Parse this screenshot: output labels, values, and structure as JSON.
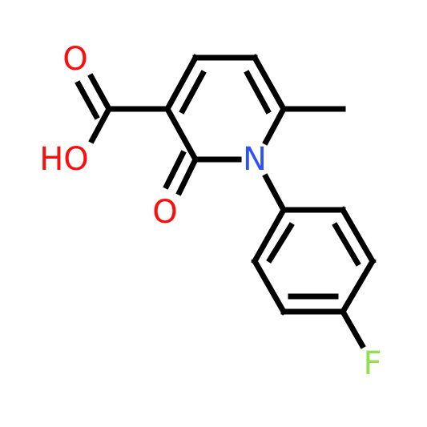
{
  "molecule": {
    "atoms": {
      "o_carbonyl_acid": {
        "label": "O",
        "color": "#ff0d0d"
      },
      "o_hydroxyl": {
        "label": "HO",
        "color": "#ff0d0d"
      },
      "o_ketone": {
        "label": "O",
        "color": "#ff0d0d"
      },
      "nitrogen": {
        "label": "N",
        "color": "#3050f8"
      },
      "fluorine": {
        "label": "F",
        "color": "#90e050"
      }
    },
    "bond_color": "#000000"
  }
}
